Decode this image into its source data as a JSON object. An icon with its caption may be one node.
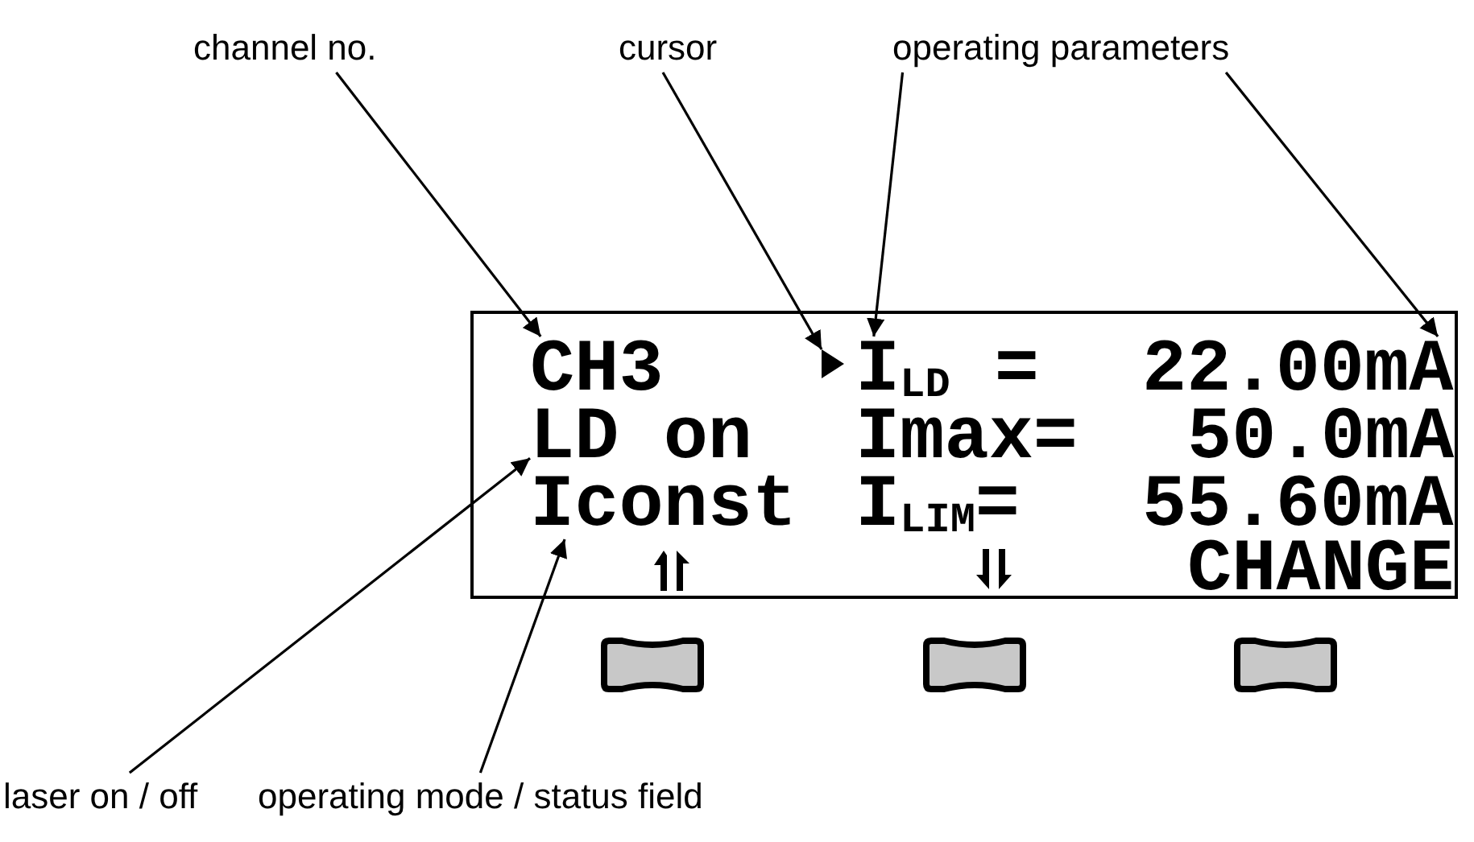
{
  "diagram": {
    "nodes": [
      {
        "text": [
          "channel no."
        ]
      },
      {
        "text": [
          "cursor"
        ]
      },
      {
        "text": [
          "operating parameters"
        ]
      },
      {
        "text": [],
        "shape": "box"
      },
      {
        "text": [
          "CH3"
        ],
        "in": 3
      },
      {
        "text": [],
        "shape": "triangle",
        "in": 3
      },
      {
        "text": [
          "I$_{LD}$ ="
        ],
        "in": 3
      },
      {
        "text": [
          "22.00mA"
        ],
        "in": 3
      },
      {
        "text": [
          "LD on"
        ],
        "in": 3
      },
      {
        "text": [
          "Iconst"
        ],
        "in": 3
      },
      {
        "text": [
          "laser on / off"
        ]
      },
      {
        "text": [
          "operating mode / status field"
        ]
      }
    ],
    "edges": [
      {
        "from": 0,
        "to": 4,
        "arrow": "to"
      },
      {
        "from": 1,
        "to": 5,
        "arrow": "to"
      },
      {
        "from": 2,
        "to": 6,
        "arrow": "to"
      },
      {
        "from": 2,
        "to": 7,
        "arrow": "to"
      },
      {
        "from": 10,
        "to": 8,
        "arrow": "to"
      },
      {
        "from": 11,
        "to": 9,
        "arrow": "to"
      }
    ],
    "labels": [
      "Imax=",
      "50.0mA",
      "I$_{LIM}$=",
      "55.60mA",
      "CHANGE"
    ]
  }
}
